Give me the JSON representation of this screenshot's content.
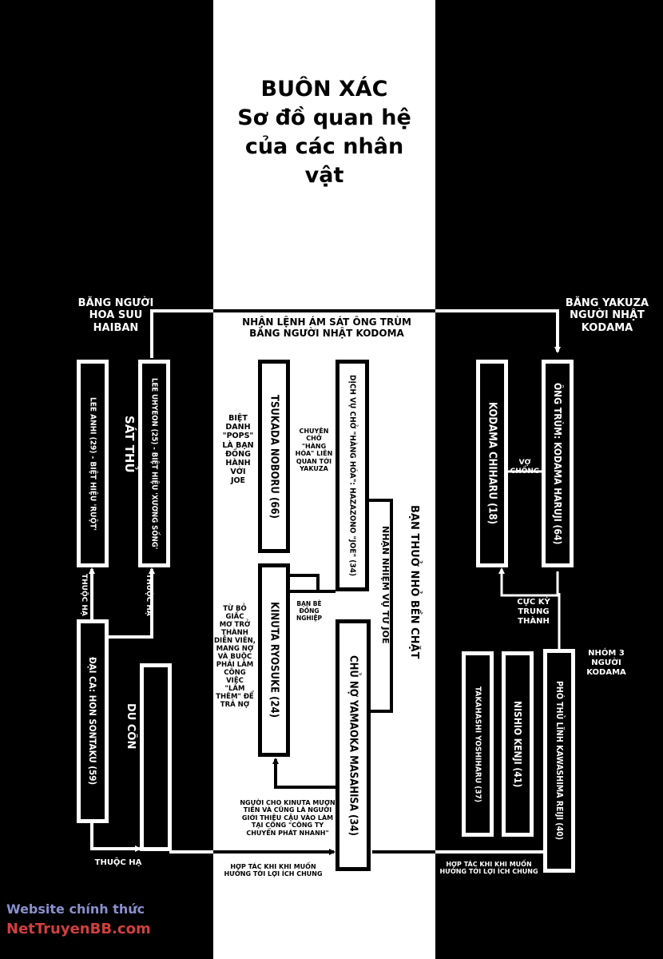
{
  "title": {
    "line1": "BUÔN XÁC",
    "line2": "Sơ đồ quan hệ",
    "line3": "của các nhân",
    "line4": "vật"
  },
  "groups": {
    "haiban": "BĂNG NGƯỜI\nHOA SUU\nHAIBAN",
    "kodama_gang": "BĂNG YAKUZA\nNGƯỜI NHẬT\nKODAMA",
    "mission": "NHẬN LỆNH ÁM SÁT ÔNG TRÙM\nBĂNG NGƯỜI NHẬT KODOMA"
  },
  "characters": {
    "lee_anhi": "LEE ANHI (29) - BIỆT HIỆU 'RUỘT'",
    "lee_uhyeon": "LEE UHYEON (25) - BIỆT HIỆU 'XƯƠNG SỐNG'",
    "hon_sontaku": "ĐẠI CA: HON SONTAKU (59)",
    "tsukada": "TSUKADA NOBORU (66)",
    "hazazono": "DỊCH VỤ CHỞ \"HÀNG HÓA\": HAZAZONO \"JOE\" (34)",
    "kinuta": "KINUTA RYOSUKE (24)",
    "yamaoka": "CHỦ NỢ YAMAOKA MASAHISA (34)",
    "chiharu": "KODAMA CHIHARU (18)",
    "haruji": "ÔNG TRÙM: KODAMA HARUJI (64)",
    "takahashi": "TAKAHASHI YOSHIHARU (37)",
    "nishio": "NISHIO KENJI (41)",
    "kawashima": "PHÓ THỦ LĨNH KAWASHIMA REIJI (40)"
  },
  "labels": {
    "sat_thu": "SÁT THỦ",
    "du_con": "DU CÔN",
    "thuoc_ha_1": "THUỘC HẠ",
    "thuoc_ha_2": "THUỘC HẠ",
    "thuoc_ha_3": "THUỘC HẠ",
    "biet_danh": "BIỆT\nDANH\n\"POPS\"\nLÀ BẠN\nĐỒNG\nHÀNH\nVỚI JOE",
    "chuyen_cho": "CHUYÊN\nCHỞ\n\"HÀNG\nHÓA\" LIÊN\nQUAN TỚI\nYAKUZA",
    "ban_be": "BẠN BÈ\nĐỒNG\nNGHIỆP",
    "ban_tho_nho": "BẠN THUỞ NHỎ BỀN CHẶT",
    "nhan_nhiem_vu": "NHẬN NHIỆM VỤ TỪ JOE",
    "tu_bo_giac_mo": "TỪ BỎ GIẤC\nMƠ TRỞ\nTHÀNH\nDIỄN VIÊN,\nMANG NỢ\nVÀ BUỘC\nPHẢI LÀM\nCÔNG VIỆC\n\"LÀM\nTHÊM\" ĐỂ\nTRẢ NỢ",
    "nguoi_cho_muon": "NGƯỜI CHO KINUTA MƯỢN\nTIỀN VÀ CŨNG LÀ NGƯỜI\nGIỚI THIỆU CẬU VÀO LÀM\nTẠI CÔNG \"CÔNG TY\nCHUYỂN PHÁT NHANH\"",
    "hop_tac_1": "HỢP TÁC KHI KHI MUỐN\nHƯỚNG TỚI LỢI ÍCH CHUNG",
    "hop_tac_2": "HỢP TÁC KHI KHI MUỐN\nHƯỚNG TỚI LỢI ÍCH CHUNG",
    "vo_chong": "VỢ\nCHỒNG",
    "cuc_ky": "CỰC KỲ\nTRUNG\nTHÀNH",
    "nhom_3": "NHÓM 3\nNGƯỜI\nKODAMA"
  },
  "watermark": {
    "line1": "Website chính thức",
    "line2": "NetTruyenBB.com"
  },
  "colors": {
    "black": "#000000",
    "white": "#ffffff",
    "watermark_line1": "#8a8fcf",
    "watermark_line2": "#d04040"
  }
}
